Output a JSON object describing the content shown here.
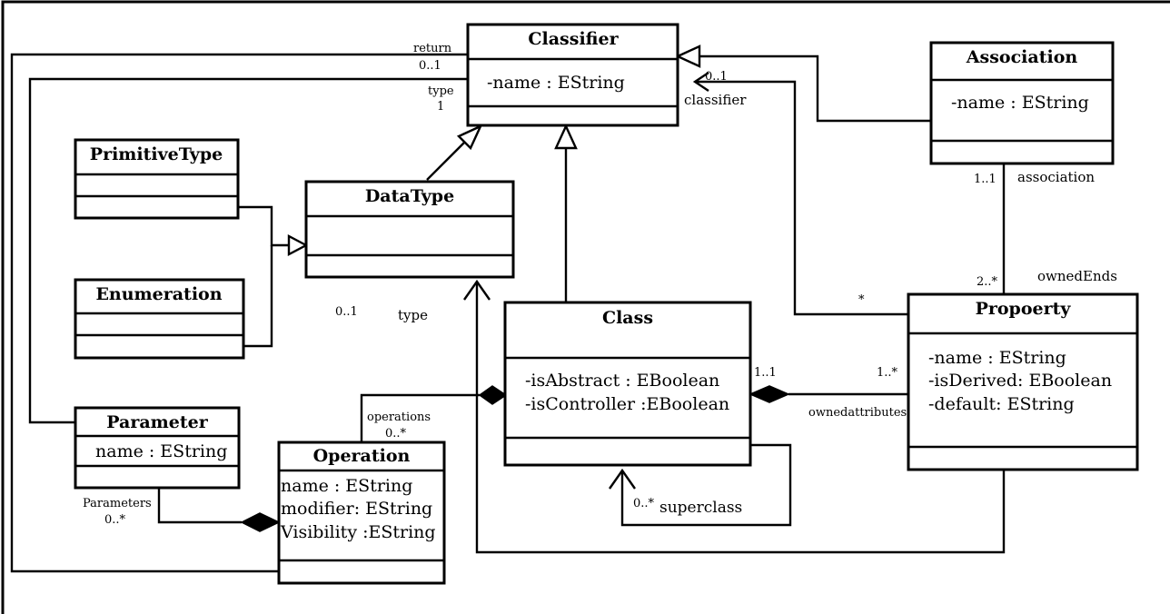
{
  "classes": {
    "classifier": {
      "name": "Classifier",
      "attributes": [
        "-name : EString"
      ]
    },
    "association": {
      "name": "Association",
      "attributes": [
        "-name : EString"
      ]
    },
    "primitive_type": {
      "name": "PrimitiveType",
      "attributes": []
    },
    "enumeration": {
      "name": "Enumeration",
      "attributes": []
    },
    "data_type": {
      "name": "DataType",
      "attributes": []
    },
    "class": {
      "name": "Class",
      "attributes": [
        "-isAbstract : EBoolean",
        "-isController :EBoolean"
      ]
    },
    "propoerty": {
      "name": "Propoerty",
      "attributes": [
        "-name : EString",
        "-isDerived: EBoolean",
        "-default: EString"
      ]
    },
    "parameter": {
      "name": "Parameter",
      "attributes": [
        "name : EString"
      ]
    },
    "operation": {
      "name": "Operation",
      "attributes": [
        "name : EString",
        "modifier: EString",
        "Visibility :EString"
      ]
    }
  },
  "labels": {
    "return_role": "return",
    "return_mult": "0..1",
    "type_role_param": "type",
    "type_mult_param": "1",
    "classifier_mult": "0..1",
    "classifier_role": "classifier",
    "association_mult": "1..1",
    "association_role": "association",
    "owned_ends_mult": "2..*",
    "owned_ends_role": "ownedEnds",
    "prop_class_mult": "*",
    "type_mult_prop": "0..1",
    "type_role_prop": "type",
    "class_attr_mult": "1..1",
    "attr_mult": "1..*",
    "owned_attributes_role": "ownedattributes",
    "operations_role": "operations",
    "operations_mult": "0..*",
    "parameters_role": "Parameters",
    "parameters_mult": "0..*",
    "superclass_mult": "0..*",
    "superclass_role": "superclass"
  }
}
